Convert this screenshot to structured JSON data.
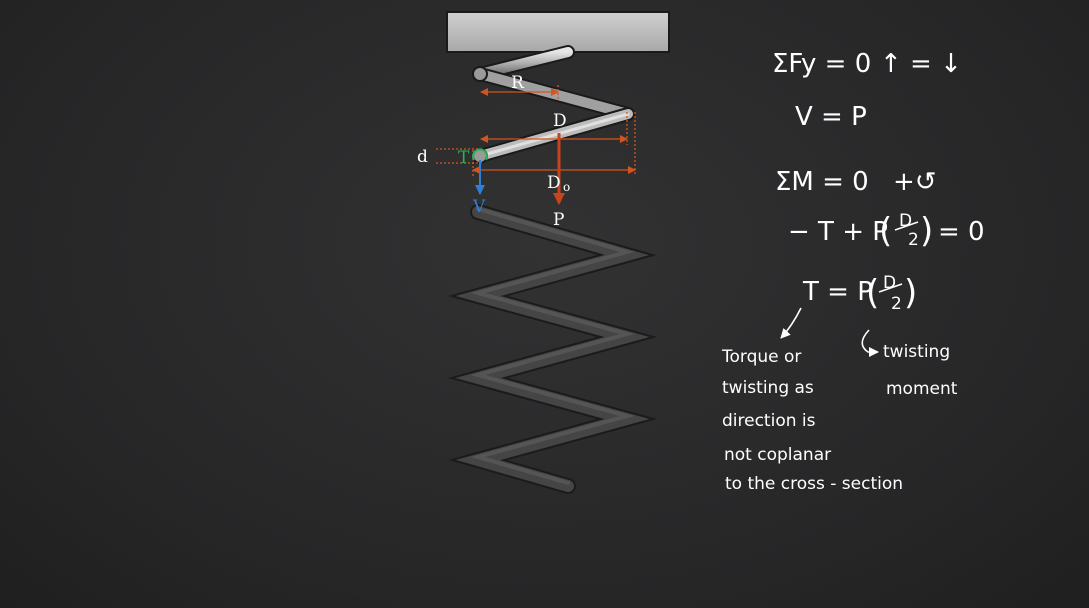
{
  "diagram": {
    "labels": {
      "R": "R",
      "D": "D",
      "d": "d",
      "T": "T",
      "Do": "D",
      "Do_sub": "o",
      "V": "V",
      "P": "P"
    },
    "colors": {
      "background": "#2a2a2b",
      "dimension": "#d2541f",
      "force_P": "#c8441c",
      "force_V": "#2f7fd6",
      "torque_T": "#2fae56",
      "coil": "#b8b8b8",
      "coil_back": "#4a4a4a",
      "support": "#bdbdbd"
    }
  },
  "equations": {
    "sum_fy": "ΣFy = 0",
    "sign_fy": "↑ = ↓",
    "v_eq": "V = P",
    "sum_m": "ΣM = 0",
    "sign_m": "+↺",
    "moment_eq": "−T + P(D/2) = 0",
    "moment_eq_lhs": "− T + P",
    "moment_eq_frac_num": "D",
    "moment_eq_frac_den": "2",
    "moment_eq_rhs": "= 0",
    "t_eq_lhs": "T =  P",
    "t_eq_frac_num": "D",
    "t_eq_frac_den": "2"
  },
  "annotations": {
    "torque_note": [
      "Torque or",
      "twisting as",
      "direction is",
      "not coplanar",
      "to the cross - section"
    ],
    "twisting_moment": [
      "twisting",
      "moment"
    ]
  }
}
